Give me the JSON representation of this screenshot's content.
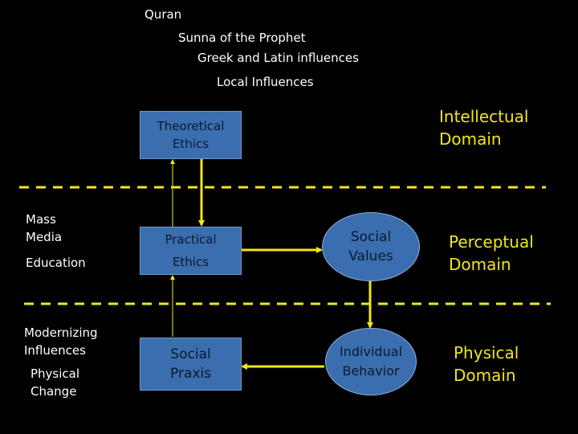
{
  "sources": {
    "quran": "Quran",
    "sunna": "Sunna of the Prophet",
    "greek_latin": "Greek and Latin influences",
    "local": "Local Influences"
  },
  "left_labels": {
    "mass": "Mass",
    "media": "Media",
    "education": "Education",
    "modernizing": "Modernizing",
    "influences": "Influences",
    "physical": "Physical",
    "change": "Change"
  },
  "boxes": {
    "theoretical_ethics": [
      "Theoretical",
      "Ethics"
    ],
    "practical_ethics": [
      "Practical",
      "Ethics"
    ],
    "social_praxis": [
      "Social",
      "Praxis"
    ]
  },
  "ellipses": {
    "social_values": [
      "Social",
      "Values"
    ],
    "individual_behavior": [
      "Individual",
      "Behavior"
    ]
  },
  "domains": {
    "intellectual": [
      "Intellectual",
      "Domain"
    ],
    "perceptual": [
      "Perceptual",
      "Domain"
    ],
    "physical": [
      "Physical",
      "Domain"
    ]
  },
  "colors": {
    "background": "#000000",
    "box_fill": "#3a6eae",
    "accent_yellow": "#f2e61c",
    "text_white": "#ffffff"
  }
}
